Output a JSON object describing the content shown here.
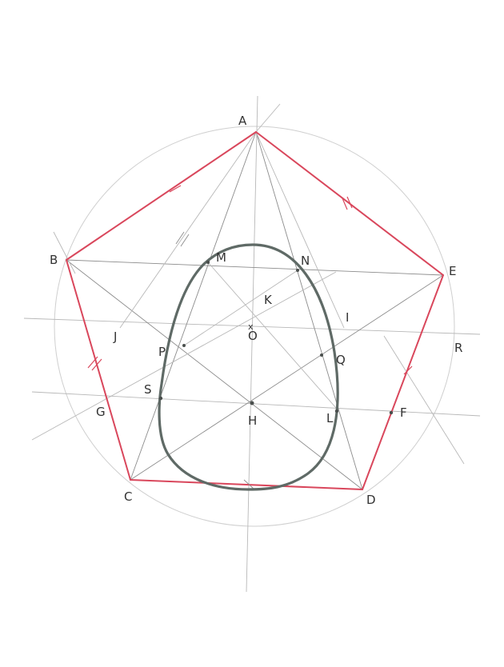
{
  "points": {
    "A": "A",
    "B": "B",
    "C": "C",
    "D": "D",
    "E": "E",
    "F": "F",
    "G": "G",
    "H": "H",
    "I": "I",
    "J": "J",
    "K": "K",
    "L": "L",
    "M": "M",
    "N": "N",
    "O": "O",
    "P": "P",
    "Q": "Q",
    "R": "R",
    "S": "S"
  },
  "colors": {
    "pentagon": "#d9475c",
    "egg": "#5f6a66",
    "construction": "#b8b8b8"
  }
}
